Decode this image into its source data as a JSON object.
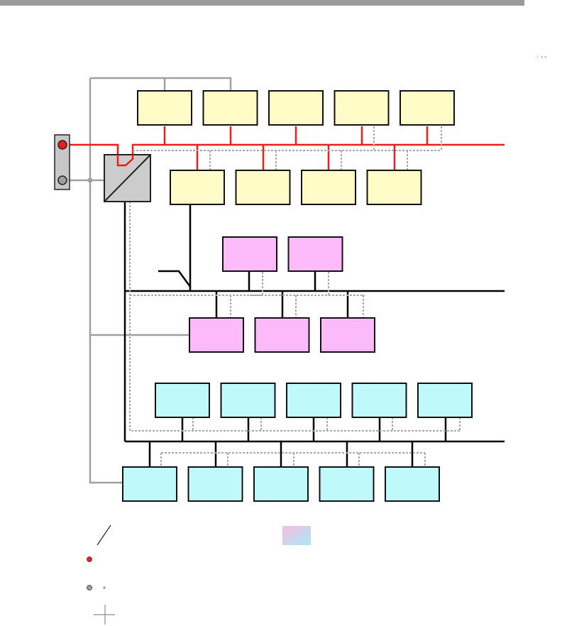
{
  "colors": {
    "panel_yellow": "#fffcc8",
    "panel_pink": "#fbbbf8",
    "panel_cyan": "#bff9f9",
    "mains_red": "#ee1c1c",
    "bus_black": "#000000",
    "feeder_gray": "#a0a0a0",
    "signal_dotted_gray": "#a8a8a8",
    "transformer_fill": "#cccccc",
    "source_box_fill": "#c7c7c7"
  },
  "diagram": {
    "title": "",
    "yellow_row_top_count": 5,
    "yellow_row_bottom_count": 4,
    "pink_row_top_count": 2,
    "pink_row_bottom_count": 3,
    "cyan_row_top_count": 5,
    "cyan_row_bottom_count": 5,
    "icons": [
      "source-terminal-box-icon",
      "transformer-icon",
      "switch-lever-icon"
    ]
  },
  "legend": {
    "title": "",
    "icons": [
      "diagonal-line-icon",
      "color-swatch-icon",
      "red-dot-icon",
      "gray-dot-icon",
      "crosshair-icon"
    ]
  }
}
